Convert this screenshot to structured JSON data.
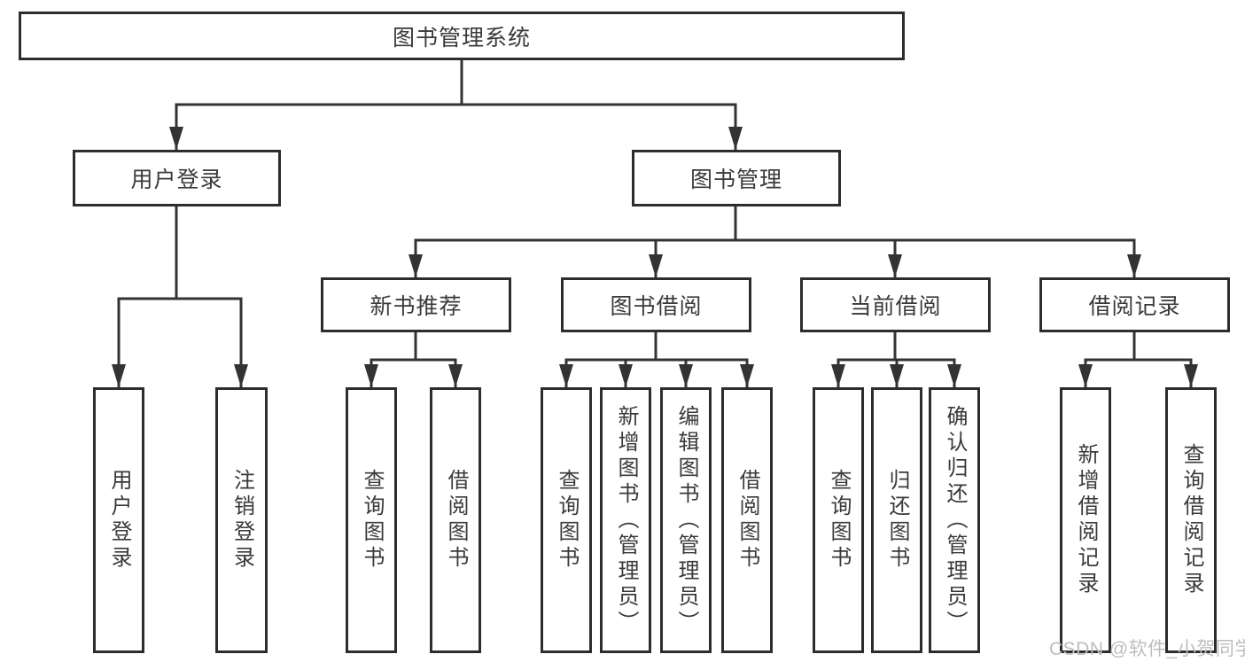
{
  "diagram": {
    "root": {
      "label": "图书管理系统"
    },
    "branches": [
      {
        "label": "用户登录",
        "children": [
          {
            "label": "用户登录"
          },
          {
            "label": "注销登录"
          }
        ]
      },
      {
        "label": "图书管理",
        "groups": [
          {
            "label": "新书推荐",
            "children": [
              {
                "label": "查询图书"
              },
              {
                "label": "借阅图书"
              }
            ]
          },
          {
            "label": "图书借阅",
            "children": [
              {
                "label": "查询图书"
              },
              {
                "label": "新增图书（管理员）"
              },
              {
                "label": "编辑图书（管理员）"
              },
              {
                "label": "借阅图书"
              }
            ]
          },
          {
            "label": "当前借阅",
            "children": [
              {
                "label": "查询图书"
              },
              {
                "label": "归还图书"
              },
              {
                "label": "确认归还（管理员）"
              }
            ]
          },
          {
            "label": "借阅记录",
            "children": [
              {
                "label": "新增借阅记录"
              },
              {
                "label": "查询借阅记录"
              }
            ]
          }
        ]
      }
    ]
  },
  "watermark": {
    "text": "CSDN @软件_小贺同学"
  },
  "colors": {
    "background": "#ffffff",
    "line": "#333333",
    "box_border": "#2d2d2d",
    "box_fill": "#ffffff",
    "label_text": "#3a3a3a",
    "watermark_text": "#bdbdbd"
  }
}
